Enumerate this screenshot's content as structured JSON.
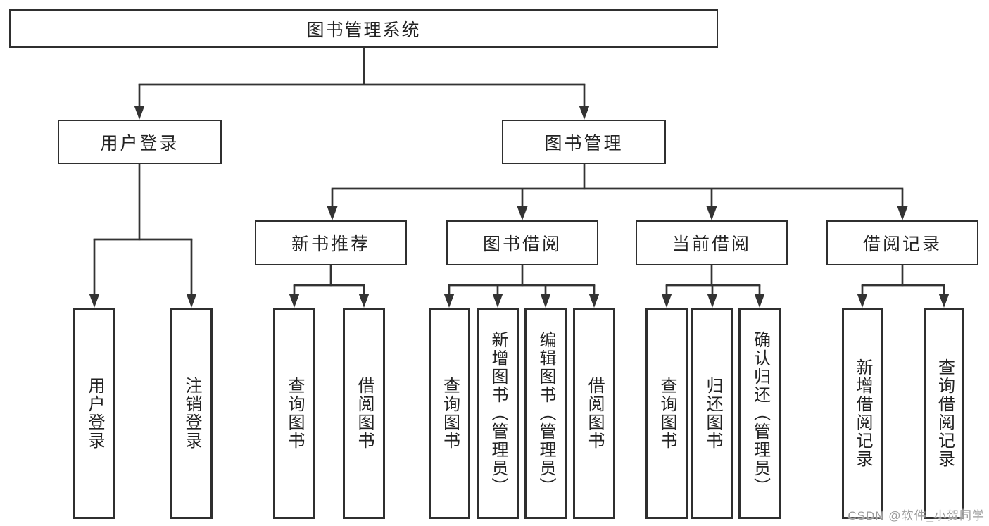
{
  "diagram": {
    "title_node": {
      "label": "图书管理系统"
    },
    "level2": [
      {
        "label": "用户登录"
      },
      {
        "label": "图书管理"
      }
    ],
    "level3": [
      {
        "label": "新书推荐"
      },
      {
        "label": "图书借阅"
      },
      {
        "label": "当前借阅"
      },
      {
        "label": "借阅记录"
      }
    ],
    "leaves": [
      {
        "label": "用户登录"
      },
      {
        "label": "注销登录"
      },
      {
        "label": "查询图书"
      },
      {
        "label": "借阅图书"
      },
      {
        "label": "查询图书"
      },
      {
        "label": "新增图书（管理员）"
      },
      {
        "label": "编辑图书（管理员）"
      },
      {
        "label": "借阅图书"
      },
      {
        "label": "查询图书"
      },
      {
        "label": "归还图书"
      },
      {
        "label": "确认归还（管理员）"
      },
      {
        "label": "新增借阅记录"
      },
      {
        "label": "查询借阅记录"
      }
    ],
    "watermark": "CSDN @软件_小贺同学",
    "colors": {
      "line": "#333333",
      "border": "#2f2f2f",
      "text": "#222222",
      "watermark_text": "#9b9b9b",
      "background": "#ffffff"
    }
  }
}
